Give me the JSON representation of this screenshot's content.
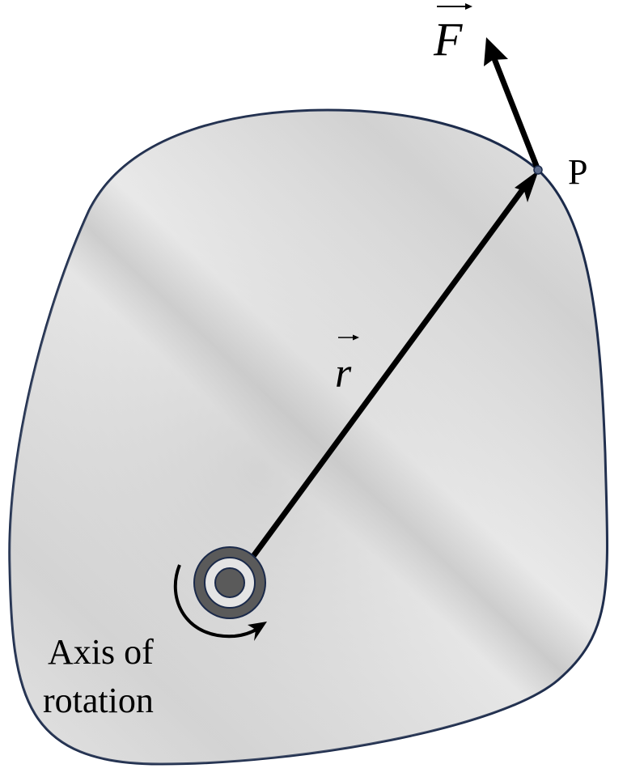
{
  "diagram": {
    "force_label": "F",
    "position_label": "r",
    "point_label": "P",
    "axis_label_line1": "Axis of",
    "axis_label_line2": "rotation"
  },
  "colors": {
    "outline": "#1b2a4a",
    "body_light": "#eeeeee",
    "body_mid": "#c9c9c9",
    "pivot_dark": "#5a5a5a",
    "arrow": "#000000"
  },
  "icons": [
    "pivot-icon",
    "rotation-arrow-icon"
  ]
}
